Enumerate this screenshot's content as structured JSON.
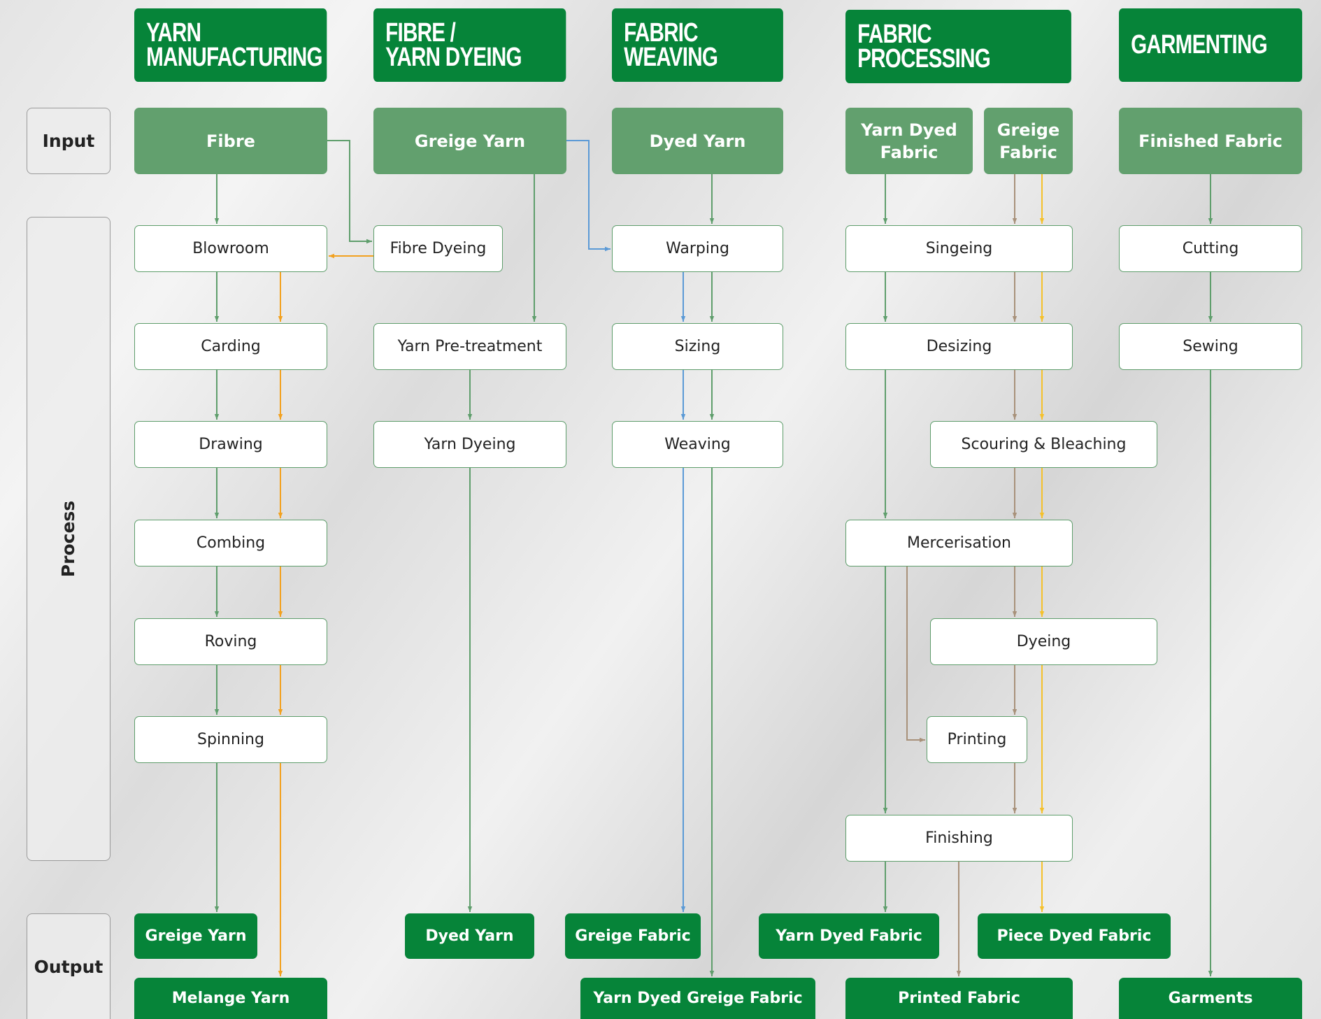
{
  "colors": {
    "yarn_flow": "#5f9e6c",
    "fibre_dyed_flow": "#f2a11f",
    "yarn_dyed_flow": "#5b9ad6",
    "greige_flow": "#a8917a",
    "piece_dyed_flow": "#f5c12b",
    "header_bg": "#068439",
    "input_bg": "#62a06e"
  },
  "stages": [
    {
      "line1": "YARN",
      "line2": "MANUFACTURING"
    },
    {
      "line1": "FIBRE /",
      "line2": "YARN DYEING"
    },
    {
      "line1": "FABRIC",
      "line2": "WEAVING"
    },
    {
      "line1": "FABRIC",
      "line2": "PROCESSING"
    },
    {
      "line1": "GARMENTING",
      "line2": ""
    }
  ],
  "rows": {
    "input": "Input",
    "process": "Process",
    "output": "Output"
  },
  "inputs": {
    "fibre": "Fibre",
    "greige_yarn": "Greige Yarn",
    "dyed_yarn": "Dyed Yarn",
    "yarn_dyed_fabric": "Yarn Dyed Fabric",
    "greige_fabric": "Greige Fabric",
    "finished_fabric": "Finished Fabric"
  },
  "processes": {
    "blowroom": "Blowroom",
    "carding": "Carding",
    "drawing": "Drawing",
    "combing": "Combing",
    "roving": "Roving",
    "spinning": "Spinning",
    "fibre_dyeing": "Fibre Dyeing",
    "yarn_pretreatment": "Yarn Pre-treatment",
    "yarn_dyeing": "Yarn Dyeing",
    "warping": "Warping",
    "sizing": "Sizing",
    "weaving": "Weaving",
    "singeing": "Singeing",
    "desizing": "Desizing",
    "scouring_bleaching": "Scouring & Bleaching",
    "mercerisation": "Mercerisation",
    "dyeing": "Dyeing",
    "printing": "Printing",
    "finishing": "Finishing",
    "cutting": "Cutting",
    "sewing": "Sewing"
  },
  "outputs": {
    "greige_yarn": "Greige Yarn",
    "melange_yarn": "Melange Yarn",
    "dyed_yarn": "Dyed Yarn",
    "greige_fabric": "Greige Fabric",
    "yarn_dyed_greige_fabric": "Yarn Dyed Greige Fabric",
    "yarn_dyed_fabric": "Yarn Dyed Fabric",
    "piece_dyed_fabric": "Piece Dyed Fabric",
    "printed_fabric": "Printed Fabric",
    "garments": "Garments"
  }
}
